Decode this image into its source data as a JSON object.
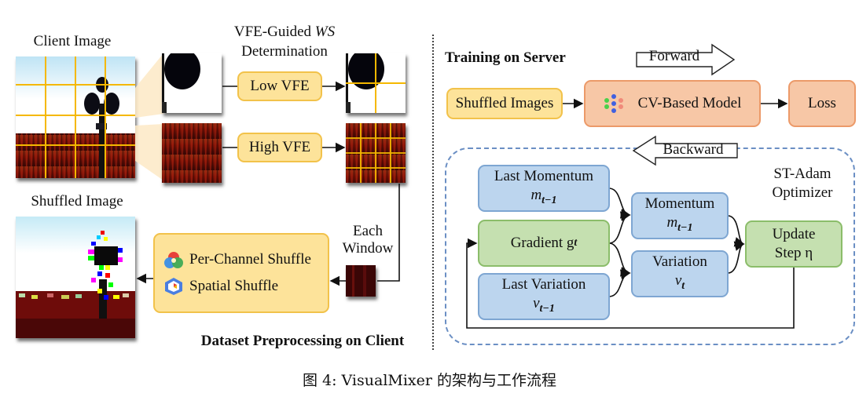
{
  "left_panel": {
    "client_image_label": "Client Image",
    "vfe_title_line1": "VFE-Guided ",
    "vfe_title_ws": "WS",
    "vfe_title_line2": "Determination",
    "low_vfe_label": "Low VFE",
    "high_vfe_label": "High VFE",
    "shuffled_image_label": "Shuffled Image",
    "each_window_line1": "Each",
    "each_window_line2": "Window",
    "per_channel_shuffle": "Per-Channel Shuffle",
    "spatial_shuffle": "Spatial Shuffle",
    "section_title": "Dataset Preprocessing on Client",
    "icons": [
      "rgb-channels-icon",
      "spatial-cube-icon"
    ]
  },
  "right_panel": {
    "section_title": "Training on Server",
    "forward_label": "Forward",
    "backward_label": "Backward",
    "shuffled_images": "Shuffled Images",
    "cv_model": "CV-Based Model",
    "loss": "Loss",
    "optimizer_line1": "ST-Adam",
    "optimizer_line2": "Optimizer",
    "last_momentum": "Last Momentum",
    "last_momentum_var": "m",
    "last_momentum_sub": "t−1",
    "gradient": "Gradient g",
    "gradient_sub": "t",
    "last_variation": "Last Variation",
    "last_variation_var": "v",
    "last_variation_sub": "t−1",
    "momentum": "Momentum",
    "momentum_var": "m",
    "momentum_sub": "t−1",
    "variation": "Variation",
    "variation_var": "v",
    "variation_sub": "t",
    "update_line1": "Update",
    "update_line2": "Step η",
    "icons": [
      "neural-network-icon"
    ]
  },
  "caption": "图 4: VisualMixer 的架构与工作流程",
  "colors": {
    "grid_line": "#f5b800",
    "yellow_fill": "#fde39a",
    "orange_fill": "#f7c7a6",
    "blue_fill": "#bcd5ee",
    "green_fill": "#c5e0b0",
    "dashed_border": "#6b8fc4"
  }
}
